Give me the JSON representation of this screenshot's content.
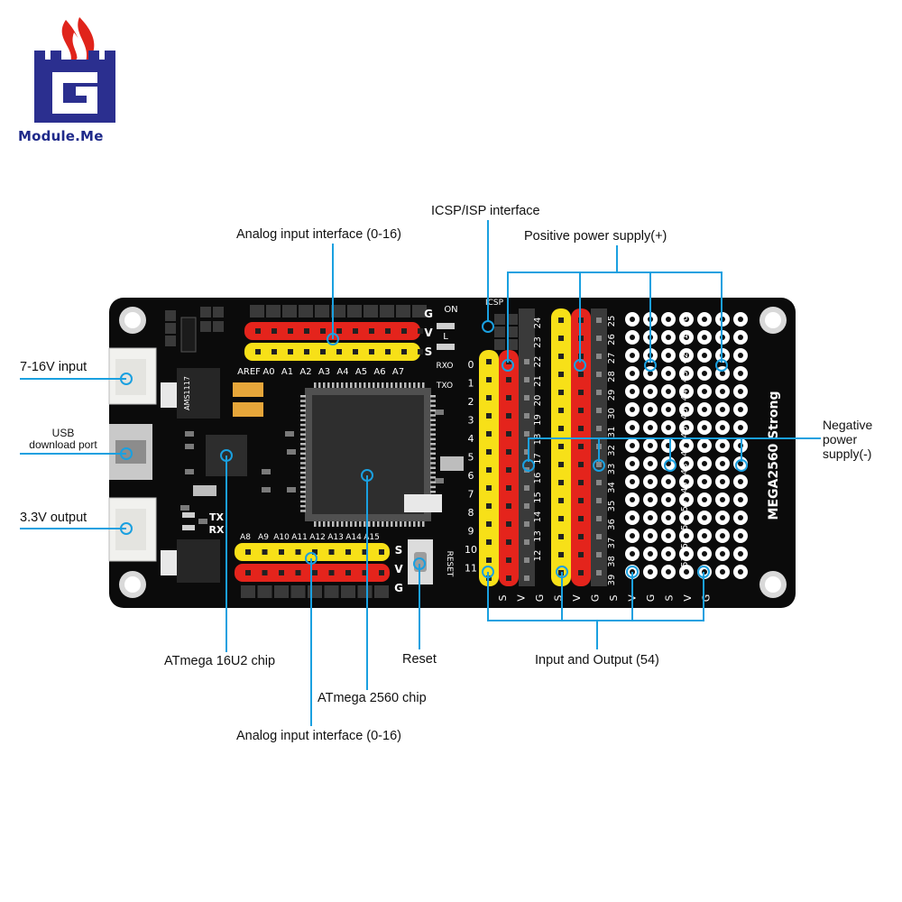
{
  "brand": {
    "name": "Module.Me",
    "colors": {
      "blue": "#2b2f8f",
      "red": "#e0241b",
      "callout_line": "#1aa0e0"
    }
  },
  "board": {
    "model": "MEGA2560 Strong",
    "colors": {
      "pcb": "#0b0b0b",
      "yellow": "#f7e018",
      "red": "#e4241c",
      "black_header": "#3a3a3a"
    },
    "analog_top": [
      "AREF",
      "A0",
      "A1",
      "A2",
      "A3",
      "A4",
      "A5",
      "A6",
      "A7"
    ],
    "analog_bottom": [
      "A8",
      "A9",
      "A10",
      "A11",
      "A12",
      "A13",
      "A14",
      "A15"
    ],
    "row_letters_top": [
      "G",
      "V",
      "S"
    ],
    "row_letters_bottom": [
      "S",
      "V",
      "G"
    ],
    "leds": [
      "ON",
      "L",
      "RXO",
      "TXO"
    ],
    "icsp": "ICSP",
    "reset_text": "RESET",
    "txrx": [
      "TX",
      "RX"
    ],
    "digital_col1": [
      "0",
      "1",
      "2",
      "3",
      "4",
      "5",
      "6",
      "7",
      "8",
      "9",
      "10",
      "11"
    ],
    "digital_col2": [
      "24",
      "23",
      "22",
      "21",
      "20",
      "19",
      "18",
      "17",
      "16",
      "15",
      "14",
      "13",
      "12"
    ],
    "digital_col3": [
      "25",
      "26",
      "27",
      "28",
      "29",
      "30",
      "31",
      "32",
      "33",
      "34",
      "35",
      "36",
      "37",
      "38",
      "39"
    ],
    "proto_cols": [
      "26",
      "27",
      "28",
      "29",
      "30",
      "31",
      "32",
      "33",
      "34",
      "35",
      "36",
      "37",
      "38",
      "39"
    ],
    "proto_col_a": [
      "40",
      "41",
      "42",
      "43",
      "44",
      "45",
      "46",
      "47",
      "48",
      "49",
      "50",
      "51",
      "52",
      "53"
    ],
    "bottom_svg": [
      "S",
      "V",
      "G",
      "S",
      "V",
      "G",
      "S",
      "V",
      "G",
      "S",
      "V",
      "G"
    ],
    "regulator": "AMS1117"
  },
  "callouts": {
    "analog_top": "Analog input interface (0-16)",
    "icsp": "ICSP/ISP interface",
    "positive": "Positive power supply(+)",
    "input_7_16": "7-16V input",
    "usb_line1": "USB",
    "usb_line2": "download port",
    "out_3v3": "3.3V output",
    "negative_line1": "Negative",
    "negative_line2": "power",
    "negative_line3": "supply(-)",
    "atmega16u2": "ATmega 16U2 chip",
    "reset": "Reset",
    "io": "Input and Output (54)",
    "atmega2560": "ATmega 2560 chip",
    "analog_bottom": "Analog input interface (0-16)"
  }
}
